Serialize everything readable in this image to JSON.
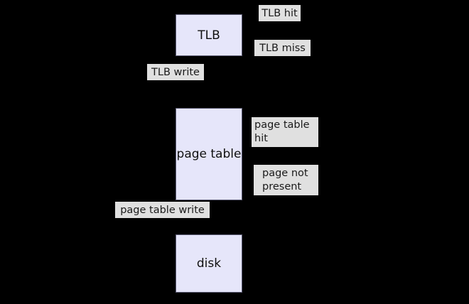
{
  "diagram": {
    "description": "virtual memory lookup diagram",
    "colors": {
      "background": "#000000",
      "node_fill": "#e6e6fa",
      "node_border": "#5c5c74",
      "edge_label_fill": "#e0e0e0",
      "text": "#1a1a1a"
    },
    "nodes": {
      "tlb": {
        "label": "TLB"
      },
      "page_table": {
        "label": "page table"
      },
      "disk": {
        "label": "disk"
      }
    },
    "edge_labels": {
      "tlb_hit": {
        "text": "TLB hit"
      },
      "tlb_miss": {
        "text": "TLB miss"
      },
      "tlb_write": {
        "text": "TLB write"
      },
      "page_table_hit": {
        "lines": [
          "page table",
          "hit"
        ]
      },
      "page_not_present": {
        "lines": [
          "page not",
          "present"
        ]
      },
      "page_table_write": {
        "text": "page table write"
      }
    }
  }
}
